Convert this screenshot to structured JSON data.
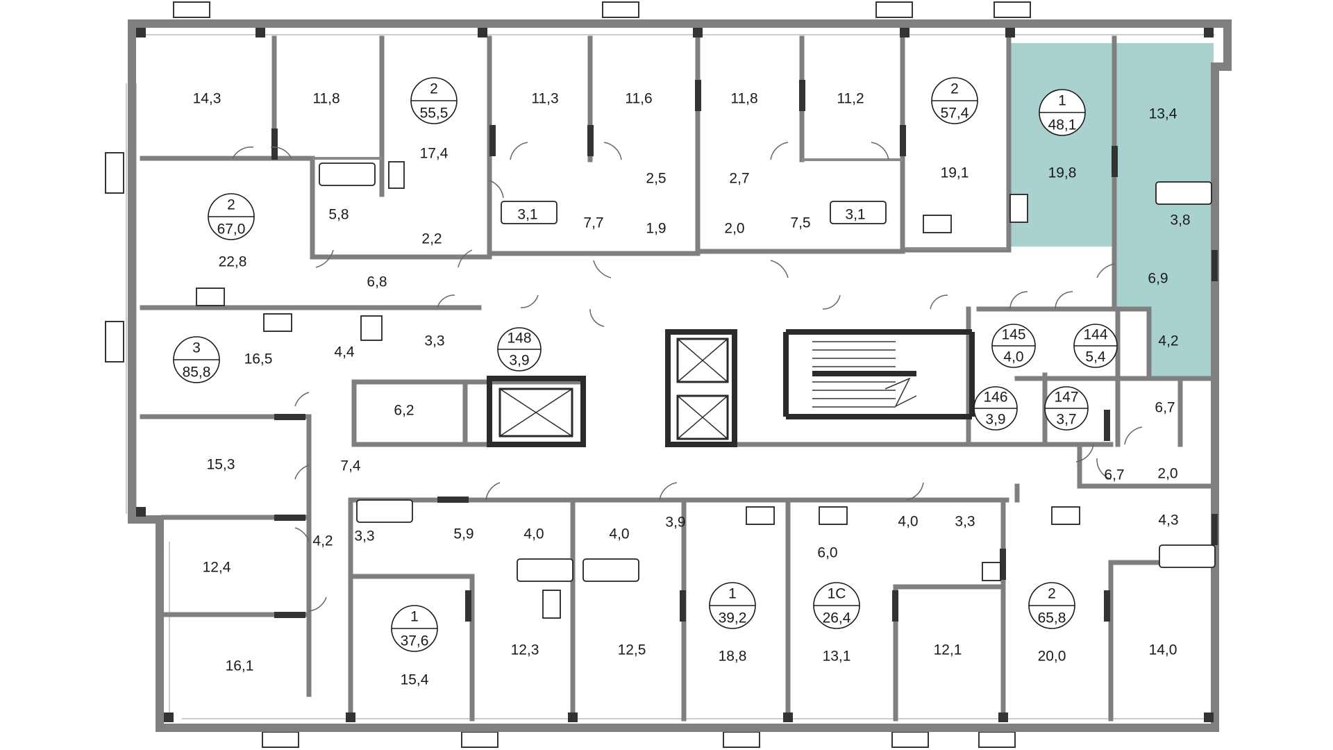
{
  "plan": {
    "accent_color": "#a9d2cf",
    "wall_color": "#7f7f7f",
    "rooms": [
      {
        "id": "r143",
        "area": "14,3"
      },
      {
        "id": "r118a",
        "area": "11,8"
      },
      {
        "id": "r174",
        "area": "17,4"
      },
      {
        "id": "r113",
        "area": "11,3"
      },
      {
        "id": "r116",
        "area": "11,6"
      },
      {
        "id": "r118b",
        "area": "11,8"
      },
      {
        "id": "r112",
        "area": "11,2"
      },
      {
        "id": "r191",
        "area": "19,1"
      },
      {
        "id": "r198",
        "area": "19,8"
      },
      {
        "id": "r134",
        "area": "13,4"
      },
      {
        "id": "r58",
        "area": "5,8"
      },
      {
        "id": "r25",
        "area": "2,5"
      },
      {
        "id": "r27",
        "area": "2,7"
      },
      {
        "id": "r31a",
        "area": "3,1"
      },
      {
        "id": "r77",
        "area": "7,7"
      },
      {
        "id": "r19",
        "area": "1,9"
      },
      {
        "id": "r20a",
        "area": "2,0"
      },
      {
        "id": "r75",
        "area": "7,5"
      },
      {
        "id": "r31b",
        "area": "3,1"
      },
      {
        "id": "r38a",
        "area": "3,8"
      },
      {
        "id": "r22",
        "area": "2,2"
      },
      {
        "id": "r228",
        "area": "22,8"
      },
      {
        "id": "r68",
        "area": "6,8"
      },
      {
        "id": "r69",
        "area": "6,9"
      },
      {
        "id": "r165",
        "area": "16,5"
      },
      {
        "id": "r44",
        "area": "4,4"
      },
      {
        "id": "r33a",
        "area": "3,3"
      },
      {
        "id": "r42a",
        "area": "4,2"
      },
      {
        "id": "r62",
        "area": "6,2"
      },
      {
        "id": "r67a",
        "area": "6,7"
      },
      {
        "id": "r153",
        "area": "15,3"
      },
      {
        "id": "r74",
        "area": "7,4"
      },
      {
        "id": "r67b",
        "area": "6,7"
      },
      {
        "id": "r20b",
        "area": "2,0"
      },
      {
        "id": "r59",
        "area": "5,9"
      },
      {
        "id": "r40a",
        "area": "4,0"
      },
      {
        "id": "r40b",
        "area": "4,0"
      },
      {
        "id": "r39",
        "area": "3,9"
      },
      {
        "id": "r40c",
        "area": "4,0"
      },
      {
        "id": "r33b",
        "area": "3,3"
      },
      {
        "id": "r43",
        "area": "4,3"
      },
      {
        "id": "r42b",
        "area": "4,2"
      },
      {
        "id": "r33c",
        "area": "3,3"
      },
      {
        "id": "r124",
        "area": "12,4"
      },
      {
        "id": "r60",
        "area": "6,0"
      },
      {
        "id": "r161",
        "area": "16,1"
      },
      {
        "id": "r154",
        "area": "15,4"
      },
      {
        "id": "r123",
        "area": "12,3"
      },
      {
        "id": "r125",
        "area": "12,5"
      },
      {
        "id": "r188",
        "area": "18,8"
      },
      {
        "id": "r131",
        "area": "13,1"
      },
      {
        "id": "r121",
        "area": "12,1"
      },
      {
        "id": "r200",
        "area": "20,0"
      },
      {
        "id": "r140",
        "area": "14,0"
      }
    ],
    "apartments": [
      {
        "id": "a1",
        "rooms": "2",
        "area": "55,5"
      },
      {
        "id": "a2",
        "rooms": "2",
        "area": "57,4"
      },
      {
        "id": "a3",
        "rooms": "1",
        "area": "48,1"
      },
      {
        "id": "a4",
        "rooms": "2",
        "area": "67,0"
      },
      {
        "id": "a5",
        "rooms": "3",
        "area": "85,8"
      },
      {
        "id": "a6",
        "rooms": "1",
        "area": "37,6"
      },
      {
        "id": "a7",
        "rooms": "1",
        "area": "39,2"
      },
      {
        "id": "a8",
        "rooms": "1С",
        "area": "26,4"
      },
      {
        "id": "a9",
        "rooms": "2",
        "area": "65,8"
      }
    ],
    "storage": [
      {
        "id": "s148",
        "number": "148",
        "area": "3,9"
      },
      {
        "id": "s145",
        "number": "145",
        "area": "4,0"
      },
      {
        "id": "s144",
        "number": "144",
        "area": "5,4"
      },
      {
        "id": "s146",
        "number": "146",
        "area": "3,9"
      },
      {
        "id": "s147",
        "number": "147",
        "area": "3,7"
      }
    ]
  }
}
